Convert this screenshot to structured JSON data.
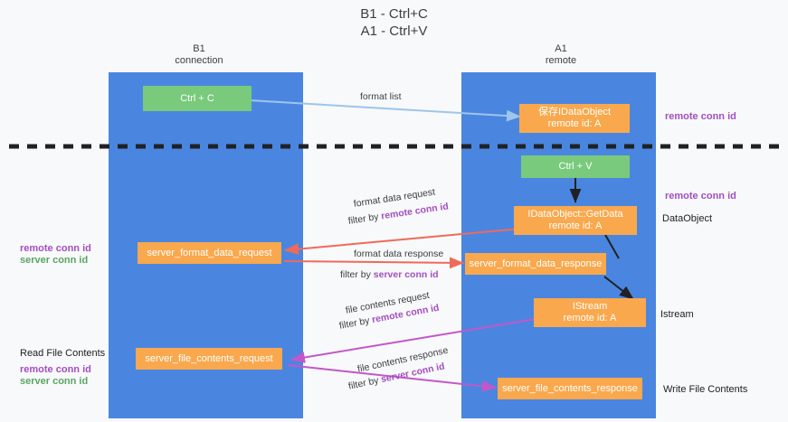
{
  "title": {
    "line1": "B1 - Ctrl+C",
    "line2": "A1 - Ctrl+V"
  },
  "lanes": [
    {
      "id": "b1",
      "head_line1": "B1",
      "head_line2": "connection"
    },
    {
      "id": "a1",
      "head_line1": "A1",
      "head_line2": "remote"
    }
  ],
  "nodes": {
    "ctrl_c": {
      "line1": "Ctrl + C",
      "line2": ""
    },
    "save_idataobject": {
      "line1": "保存IDataObject",
      "line2": "remote id: A"
    },
    "ctrl_v": {
      "line1": "Ctrl + V",
      "line2": ""
    },
    "idataobject_getdata": {
      "line1": "IDataObject::GetData",
      "line2": "remote id: A"
    },
    "server_format_data_request": {
      "line1": "server_format_data_request",
      "line2": ""
    },
    "server_format_data_response": {
      "line1": "server_format_data_response",
      "line2": ""
    },
    "istream": {
      "line1": "IStream",
      "line2": "remote id: A"
    },
    "server_file_contents_request": {
      "line1": "server_file_contents_request",
      "line2": ""
    },
    "server_file_contents_response": {
      "line1": "server_file_contents_response",
      "line2": ""
    }
  },
  "edge_labels": {
    "format_list": "format list",
    "format_data_request": "format data request",
    "format_data_request_filter_prefix": "filter by ",
    "format_data_request_filter_key": "remote conn id",
    "format_data_response": "format data response",
    "format_data_response_filter_prefix": "filter by ",
    "format_data_response_filter_key": "server conn id",
    "file_contents_request": "file contents request",
    "file_contents_request_filter_prefix": "filter by ",
    "file_contents_request_filter_key": "remote conn id",
    "file_contents_response": "file contents response",
    "file_contents_response_filter_prefix": "filter by ",
    "file_contents_response_filter_key": "server conn id"
  },
  "annotations": {
    "right_remote_conn_id_top": "remote conn id",
    "right_remote_conn_id_mid": "remote conn id",
    "right_dataobject": "DataObject",
    "right_istream": "Istream",
    "right_write_file_contents": "Write File Contents",
    "left_remote_conn_id_mid": "remote conn id",
    "left_server_conn_id_mid": "server conn id",
    "left_read_file_contents": "Read File Contents",
    "left_remote_conn_id_bot": "remote conn id",
    "left_server_conn_id_bot": "server conn id"
  },
  "colors": {
    "lane": "#4a86e0",
    "node_orange": "#f9a84d",
    "node_green": "#79ca7c",
    "purple": "#a24fc0",
    "green_text": "#5aa564",
    "arrow_blue": "#9ec5ea",
    "arrow_red": "#ef6a5a",
    "arrow_magenta": "#c257c9",
    "arrow_black": "#202124",
    "divider": "#202124",
    "background": "#f8f9fa"
  }
}
